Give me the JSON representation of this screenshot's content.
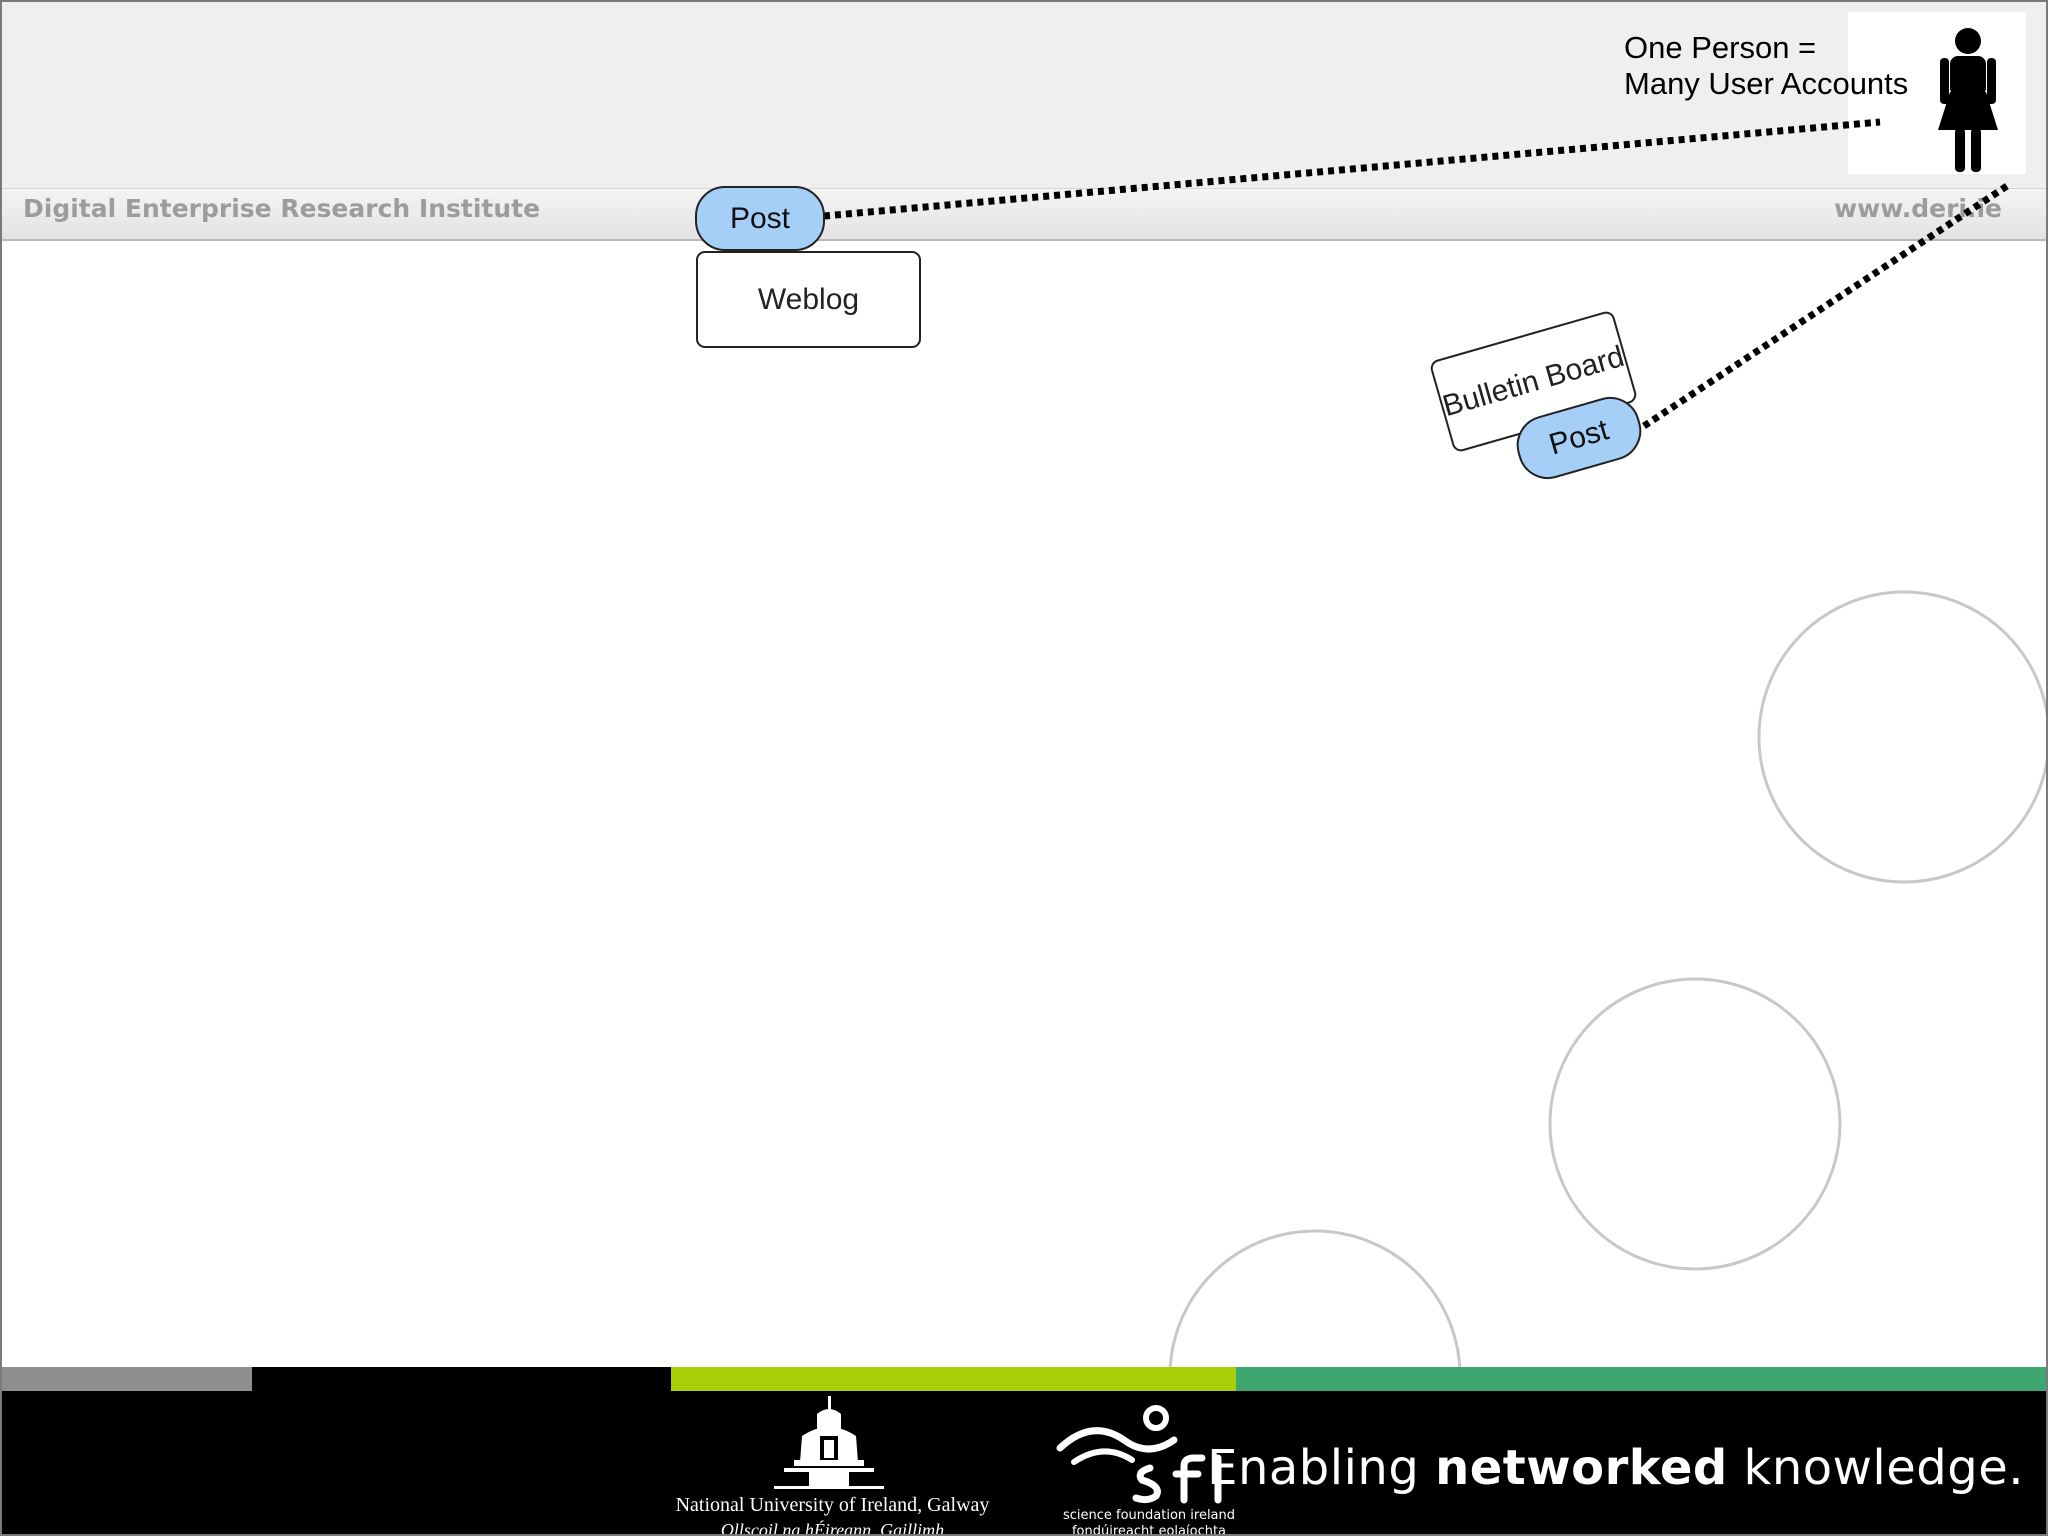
{
  "header": {
    "institute": "Digital Enterprise Research Institute",
    "website": "www.deri.ie"
  },
  "diagram": {
    "callout_line1": "One Person =",
    "callout_line2": "Many User Accounts",
    "weblog_label": "Weblog",
    "weblog_post_label": "Post",
    "bulletin_board_label": "Bulletin Board",
    "bulletin_post_label": "Post",
    "post_fill_color": "#a6cff8",
    "person_icon": "person-icon"
  },
  "footer": {
    "stripe_colors": [
      "#8e8e8e",
      "#000000",
      "#a8cf07",
      "#3ea66f"
    ],
    "nuig_name": "National University of Ireland, Galway",
    "nuig_irish": "Ollscoil na hÉireann, Gaillimh",
    "sfi_line1": "science foundation ireland",
    "sfi_line2": "fondúireacht eolaíochta éireann",
    "tagline_part1": "Enabling ",
    "tagline_bold": "networked",
    "tagline_part2": " knowledge."
  }
}
